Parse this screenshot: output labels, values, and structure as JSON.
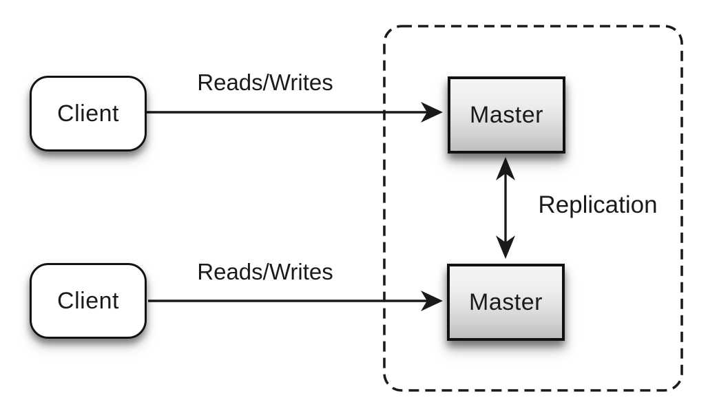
{
  "diagram": {
    "background_color": "#ffffff",
    "stroke_color": "#1a1a1a",
    "node_fill_client": "#ffffff",
    "node_fill_master_top": "#f5f5f5",
    "node_fill_master_bottom": "#bfbfbf",
    "nodes": {
      "client_top": {
        "label": "Client",
        "shape": "rounded-rect"
      },
      "client_bottom": {
        "label": "Client",
        "shape": "rounded-rect"
      },
      "master_top": {
        "label": "Master",
        "shape": "rect"
      },
      "master_bottom": {
        "label": "Master",
        "shape": "rect"
      }
    },
    "edges": {
      "reads_writes_top": {
        "label": "Reads/Writes",
        "from": "client_top",
        "to": "master_top",
        "type": "arrow"
      },
      "reads_writes_bottom": {
        "label": "Reads/Writes",
        "from": "client_bottom",
        "to": "master_bottom",
        "type": "arrow"
      },
      "replication": {
        "label": "Replication",
        "from": "master_top",
        "to": "master_bottom",
        "type": "double-arrow"
      }
    },
    "groups": {
      "replication_boundary": {
        "style": "dashed-rounded-rect",
        "contains": [
          "master_top",
          "master_bottom"
        ]
      }
    }
  }
}
